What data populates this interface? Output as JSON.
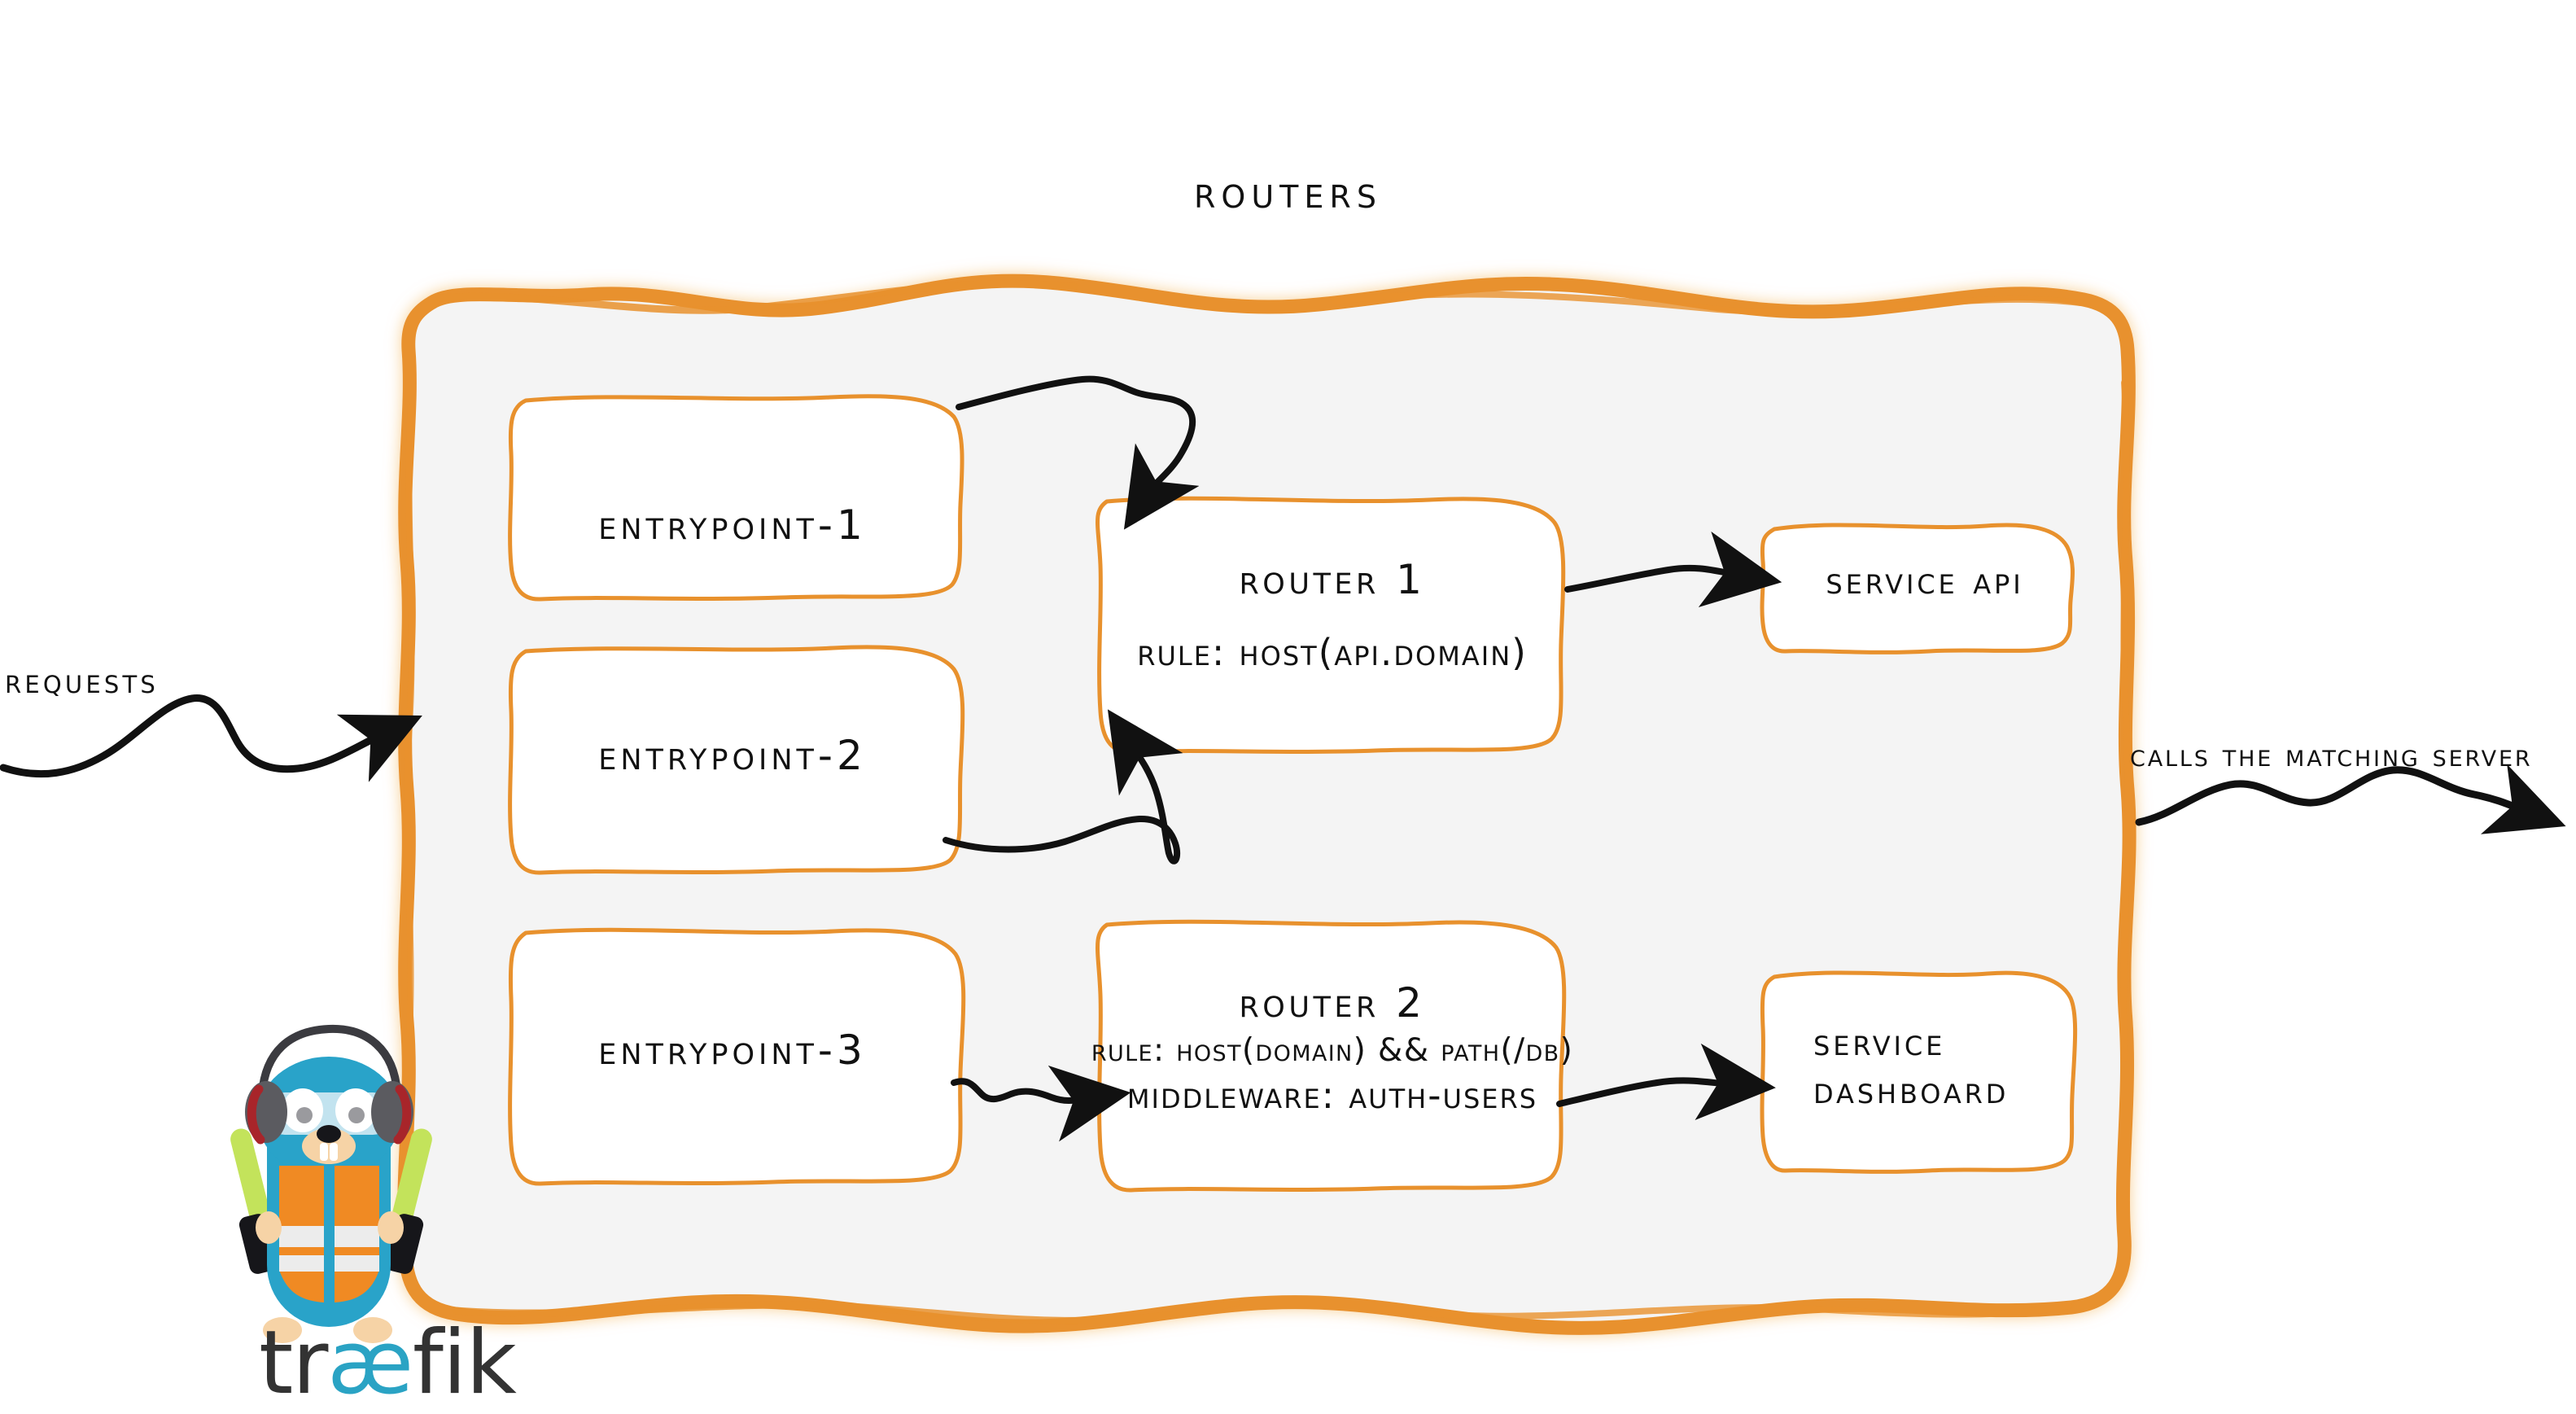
{
  "diagram": {
    "title": "Routers",
    "brand": "traefik",
    "accent_color": "#e8912d",
    "surface_color": "#f4f4f4",
    "ink_color": "#111111",
    "logo_cyan": "#2aa3c4",
    "logo_dark": "#333333"
  },
  "labels": {
    "requests": "Requests",
    "calls_matching_server": "Calls the matching server"
  },
  "entrypoints": [
    {
      "name": "entrypoint-1"
    },
    {
      "name": "entrypoint-2"
    },
    {
      "name": "entrypoint-3"
    }
  ],
  "routers": [
    {
      "name": "Router 1",
      "rule": "rule: Host(api.domain)"
    },
    {
      "name": "Router 2",
      "rule": "rule: Host(domain) && Path(/db)",
      "middleware": "Middleware: auth-users"
    }
  ],
  "services": [
    {
      "line1": "Service API",
      "line2": ""
    },
    {
      "line1": "Service",
      "line2": "Dashboard"
    }
  ],
  "brand_mark": {
    "prefix": "tr",
    "ligature": "æ",
    "suffix": "fik"
  },
  "icons": {
    "gopher": "traefik-gopher-mascot",
    "arrow": "hand-drawn-arrow"
  }
}
